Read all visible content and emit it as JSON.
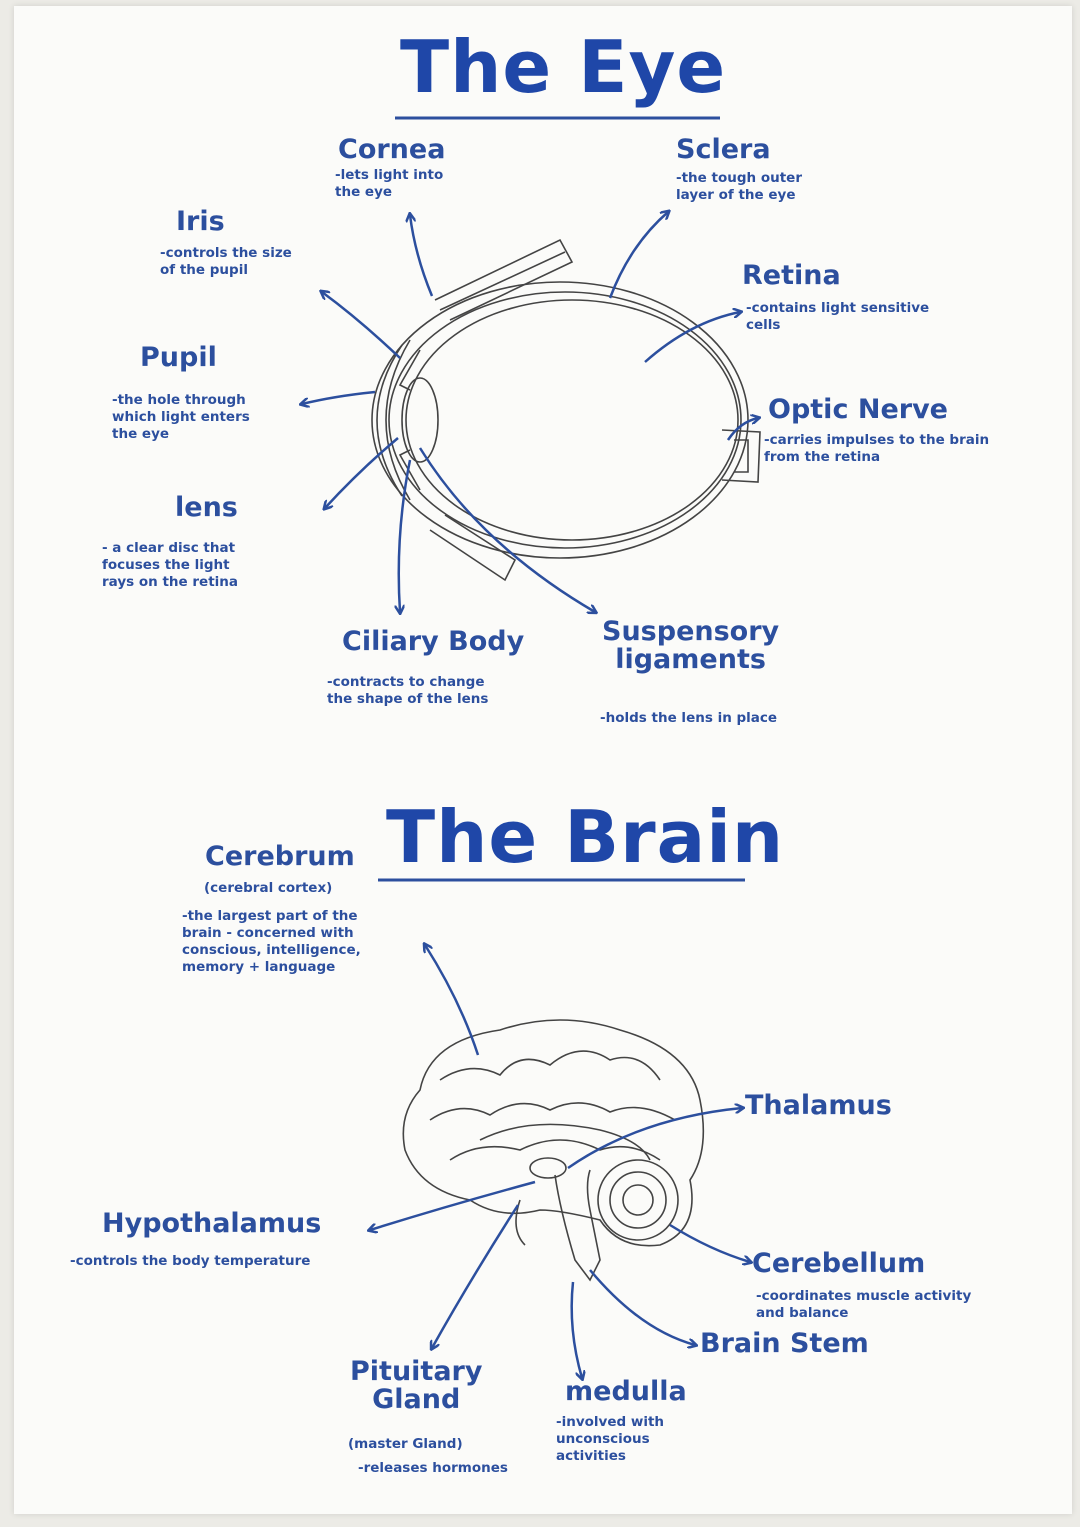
{
  "colors": {
    "ink": "#2c4f9e",
    "line": "#444444",
    "paper": "#fbfbf9"
  },
  "eye": {
    "title": "The Eye",
    "parts": [
      {
        "key": "cornea",
        "name": "Cornea",
        "desc": "-lets light into\nthe eye"
      },
      {
        "key": "sclera",
        "name": "Sclera",
        "desc": "-the tough outer\nlayer of the eye"
      },
      {
        "key": "iris",
        "name": "Iris",
        "desc": "-controls the size\nof the pupil"
      },
      {
        "key": "retina",
        "name": "Retina",
        "desc": "-contains light sensitive\ncells"
      },
      {
        "key": "pupil",
        "name": "Pupil",
        "desc": "-the hole through\nwhich light enters\nthe eye"
      },
      {
        "key": "optic",
        "name": "Optic Nerve",
        "desc": "-carries impulses to the brain\nfrom the retina"
      },
      {
        "key": "lens",
        "name": "lens",
        "desc": "- a clear disc that\nfocuses the light\nrays on the retina"
      },
      {
        "key": "ciliary",
        "name": "Ciliary Body",
        "desc": "-contracts to change\nthe shape of the lens"
      },
      {
        "key": "suspensory",
        "name": "Suspensory\nligaments",
        "desc": "-holds the lens in place"
      }
    ]
  },
  "brain": {
    "title": "The Brain",
    "parts": [
      {
        "key": "cerebrum",
        "name": "Cerebrum",
        "sub": "(cerebral cortex)",
        "desc": "-the largest part of the\nbrain - concerned with\nconscious, intelligence,\nmemory + language"
      },
      {
        "key": "thalamus",
        "name": "Thalamus",
        "desc": ""
      },
      {
        "key": "hypothalamus",
        "name": "Hypothalamus",
        "desc": "-controls the body temperature"
      },
      {
        "key": "cerebellum",
        "name": "Cerebellum",
        "desc": "-coordinates muscle activity\nand balance"
      },
      {
        "key": "brainstem",
        "name": "Brain Stem",
        "desc": ""
      },
      {
        "key": "pituitary",
        "name": "Pituitary\nGland",
        "sub": "(master Gland)",
        "desc": "-releases hormones"
      },
      {
        "key": "medulla",
        "name": "medulla",
        "desc": "-involved with\nunconscious\nactivities"
      }
    ]
  }
}
